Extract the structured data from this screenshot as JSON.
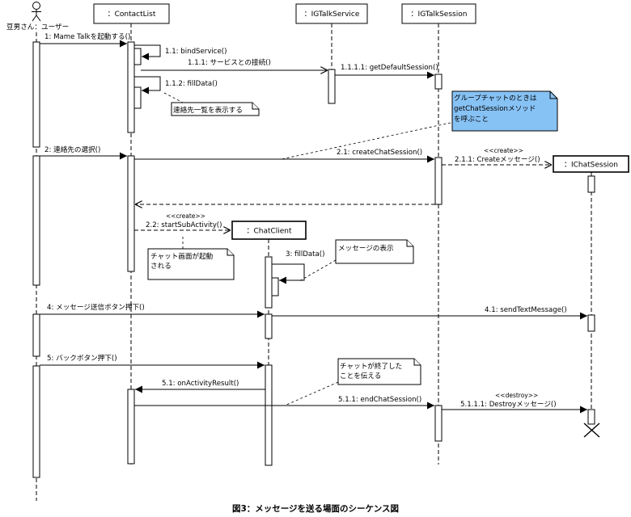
{
  "participants": {
    "user": "豆男さん：ユーザー",
    "contactlist": "：ContactList",
    "igtalkservice": "：IGTalkService",
    "igtalksession": "：IGTalkSession",
    "ichatsession": "：IChatSession",
    "chatclient": "：ChatClient"
  },
  "messages": {
    "m1": "1: Mame Talkを起動する()",
    "m1_1": "1.1: bindService()",
    "m1_1_1": "1.1.1: サービスとの接続()",
    "m1_1_1_1": "1.1.1.1: getDefaultSession()",
    "m1_1_2": "1.1.2: fillData()",
    "m2": "2: 連絡先の選択()",
    "m2_1": "2.1: createChatSession()",
    "m2_1_1": "2.1.1: Createメッセージ()",
    "create1": "<<create>>",
    "m2_2": "2.2: startSubActivity()",
    "create2": "<<create>>",
    "m3": "3: fillData()",
    "m4": "4: メッセージ送信ボタン押下()",
    "m4_1": "4.1: sendTextMessage()",
    "m5": "5: バックボタン押下()",
    "m5_1": "5.1: onActivityResult()",
    "m5_1_1": "5.1.1: endChatSession()",
    "destroy": "<<destroy>>",
    "m5_1_1_1": "5.1.1.1: Destroyメッセージ()"
  },
  "notes": {
    "n1": [
      "連絡先一覧を表示する"
    ],
    "n2": [
      "グループチャットのときは",
      "getChatSessionメソッド",
      "を呼ぶこと"
    ],
    "n3": [
      "チャット画面が起動",
      "される"
    ],
    "n4": [
      "メッセージの表示"
    ],
    "n5": [
      "チャットが終了した",
      "ことを伝える"
    ]
  },
  "colors": {
    "note_highlight": "#87c2f5",
    "line": "#000000"
  },
  "caption": "図3：メッセージを送る場面のシーケンス図"
}
